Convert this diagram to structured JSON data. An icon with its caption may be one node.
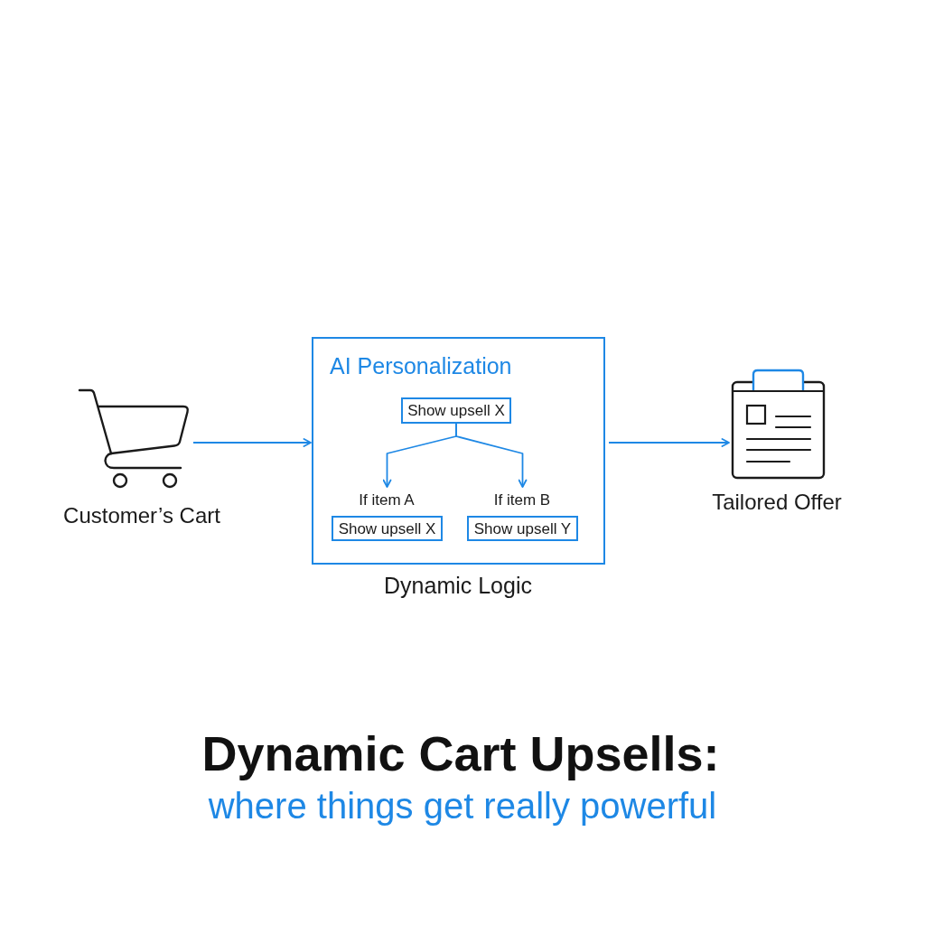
{
  "diagram": {
    "title": "Dynamic Cart Upsells:",
    "caption": "where things get really powerful",
    "nodes": [
      {
        "text": [],
        "shape": "picture",
        "beside": [
          "Customer’s Cart"
        ]
      },
      {
        "text": [
          "AI Personalization"
        ],
        "beside": [
          "Dynamic Logic"
        ]
      },
      {
        "text": [
          "Show upsell X"
        ],
        "in": 1
      },
      {
        "text": [
          "Show upsell X"
        ],
        "in": 1,
        "beside": [
          "If item A"
        ]
      },
      {
        "text": [
          "Show upsell Y"
        ],
        "in": 1,
        "beside": [
          "If item B"
        ]
      },
      {
        "text": [],
        "shape": "picture",
        "beside": [
          "Tailored Offer"
        ]
      }
    ],
    "edges": [
      {
        "from": 0,
        "to": 1,
        "arrow": "to"
      },
      {
        "from": 1,
        "to": 5,
        "arrow": "to"
      },
      {
        "from": 2,
        "to": 3,
        "arrow": "to"
      },
      {
        "from": 2,
        "to": 4,
        "arrow": "to"
      }
    ]
  }
}
